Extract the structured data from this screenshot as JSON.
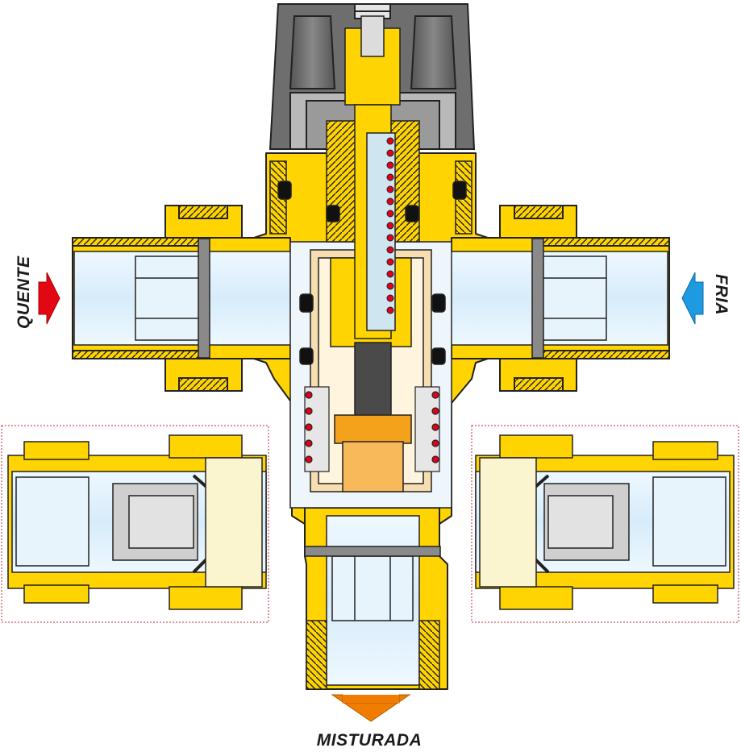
{
  "labels": {
    "hot": "QUENTE",
    "cold": "FRIA",
    "mixed": "MISTURADA"
  },
  "colors": {
    "brass": "#ffd400",
    "brass_dark": "#e0a800",
    "outline": "#222222",
    "water": "#dff0fb",
    "cap_grey": "#6e6e6e",
    "cap_dark": "#3c3c3c",
    "silver": "#cfcfcf",
    "hot_arrow": "#e30613",
    "cold_arrow": "#1e9be0",
    "mixed_arrow": "#f07d00",
    "spring_dot": "#e4001b",
    "thermo": "#f4a11c",
    "inset_border": "#c02a3a"
  },
  "icons": {
    "hot": "arrow-right-icon",
    "cold": "arrow-left-icon",
    "mixed": "arrow-down-icon"
  }
}
